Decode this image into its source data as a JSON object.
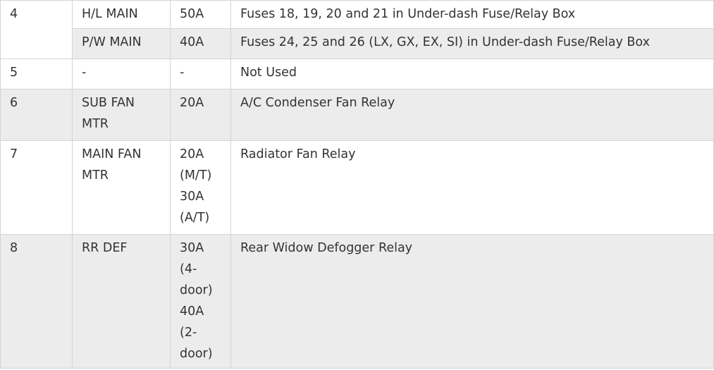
{
  "rows": [
    {
      "no": "4",
      "name": "H/L MAIN",
      "amps": "50A",
      "desc": "Fuses 18, 19, 20 and 21 in Under-dash Fuse/Relay Box"
    },
    {
      "no": "",
      "name": "P/W MAIN",
      "amps": "40A",
      "desc": "Fuses 24, 25 and 26 (LX, GX, EX, SI) in Under-dash Fuse/Relay Box"
    },
    {
      "no": "5",
      "name": "-",
      "amps": "-",
      "desc": "Not Used"
    },
    {
      "no": "6",
      "name_lines": [
        "SUB FAN",
        "MTR"
      ],
      "amps": "20A",
      "desc": "A/C Condenser Fan Relay"
    },
    {
      "no": "7",
      "name_lines": [
        "MAIN FAN",
        "MTR"
      ],
      "amps_lines": [
        "20A",
        "(M/T)",
        "30A",
        "(A/T)"
      ],
      "desc": "Radiator Fan Relay"
    },
    {
      "no": "8",
      "name": "RR DEF",
      "amps_lines": [
        "30A",
        "(4-",
        "door)",
        "40A",
        "(2-",
        "door)"
      ],
      "desc": "Rear Widow Defogger Relay"
    }
  ],
  "colors": {
    "shaded_row": "#ececec",
    "border": "#d4d4d4",
    "text": "#333333"
  }
}
